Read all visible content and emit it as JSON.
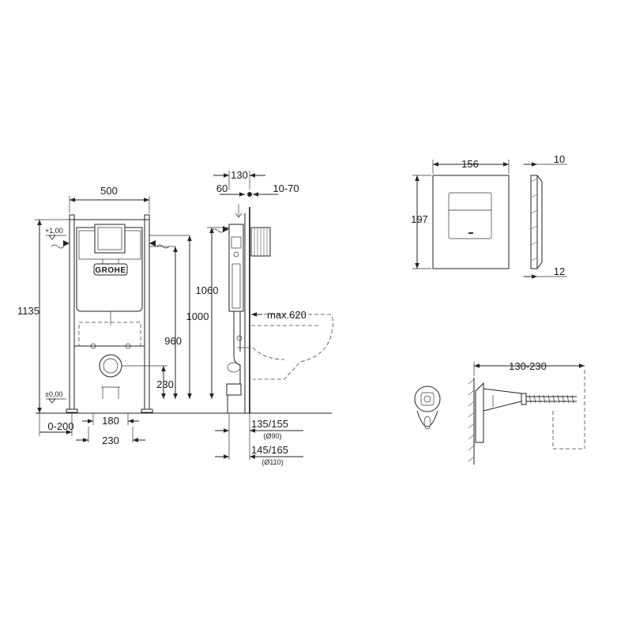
{
  "front": {
    "width": "500",
    "height_total": "1135",
    "level_top": "+1,00",
    "level_zero": "±0,00",
    "h_960": "960",
    "h_1000": "1000",
    "h_230": "230",
    "offset": "0-200",
    "w_180": "180",
    "w_230": "230",
    "brand": "GROHE"
  },
  "side": {
    "d_130": "130",
    "d_60": "60",
    "d_10_70": "10-70",
    "h_1060": "1060",
    "max_620": "max.620",
    "pipe_a": "135/155",
    "pipe_a_dia": "(Ø90)",
    "pipe_b": "145/165",
    "pipe_b_dia": "(Ø110)"
  },
  "plate": {
    "width": "156",
    "height": "197",
    "depth_top": "10",
    "depth_bottom": "12"
  },
  "bolt": {
    "range": "130-230"
  }
}
